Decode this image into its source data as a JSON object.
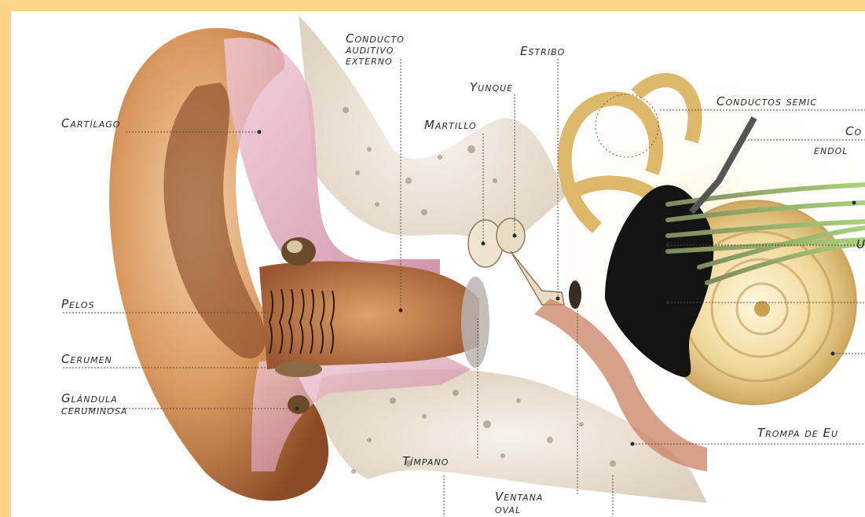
{
  "colors": {
    "frame": "#ffd38a",
    "label_text": "#2a2a2a",
    "leader": "#5a4a3a"
  },
  "labels": {
    "cartilago": "Cartílago",
    "conducto_1": "Conducto",
    "conducto_2": "auditivo",
    "conducto_3": "externo",
    "estribo": "Estribo",
    "yunque": "Yunque",
    "martillo": "Martillo",
    "conductos_semic": "Conductos semic",
    "co": "Co",
    "endol": "endol",
    "u": "U",
    "pelos": "Pelos",
    "cerumen": "Cerumen",
    "glandula_1": "Glándula",
    "glandula_2": "ceruminosa",
    "trompa": "Trompa de Eu",
    "timpano": "Tímpano",
    "ventana_1": "Ventana",
    "ventana_2": "oval"
  }
}
